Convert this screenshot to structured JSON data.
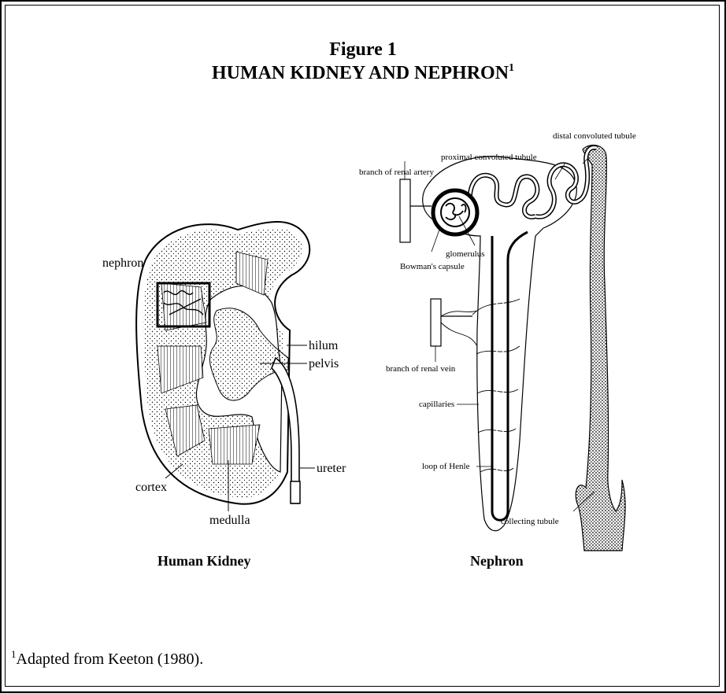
{
  "figure": {
    "title_line1": "Figure 1",
    "title_line2": "HUMAN KIDNEY AND NEPHRON",
    "title_superscript": "1"
  },
  "kidney": {
    "caption": "Human Kidney",
    "labels": {
      "nephron": "nephron",
      "hilum": "hilum",
      "pelvis": "pelvis",
      "ureter": "ureter",
      "cortex": "cortex",
      "medulla": "medulla"
    }
  },
  "nephron": {
    "caption": "Nephron",
    "labels": {
      "distal_convoluted_tubule": "distal convoluted tubule",
      "proximal_convoluted_tubule": "proximal convoluted tubule",
      "branch_of_renal_artery": "branch of renal artery",
      "glomerulus": "glomerulus",
      "bowmans_capsule": "Bowman's capsule",
      "branch_of_renal_vein": "branch of renal vein",
      "capillaries": "capillaries",
      "loop_of_henle": "loop of Henle",
      "collecting_tubule": "collecting tubule"
    }
  },
  "footnote": {
    "marker": "1",
    "text": "Adapted from Keeton (1980)."
  }
}
